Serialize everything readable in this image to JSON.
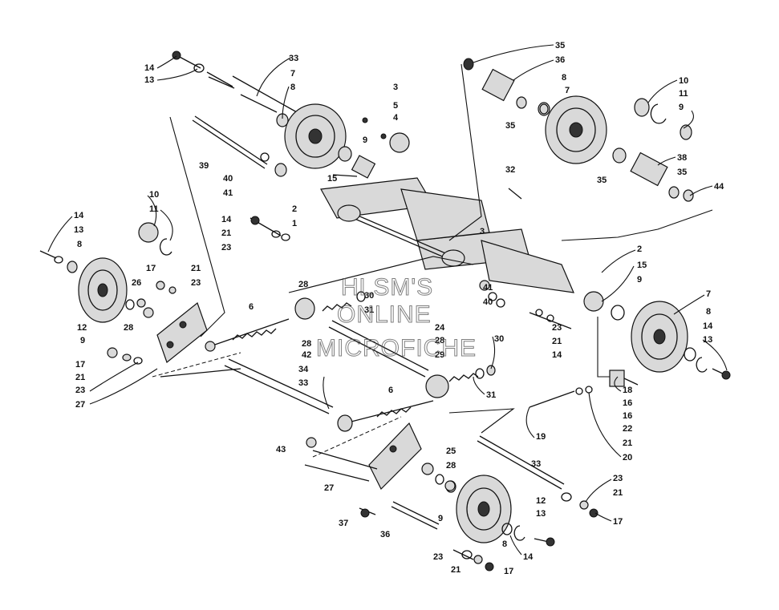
{
  "watermark": [
    "HLSM'S",
    "ONLINE",
    "MICROFICHE"
  ],
  "callouts": [
    "1",
    "2",
    "3",
    "4",
    "5",
    "6",
    "7",
    "8",
    "9",
    "10",
    "11",
    "12",
    "13",
    "14",
    "15",
    "16",
    "17",
    "18",
    "19",
    "20",
    "21",
    "22",
    "23",
    "24",
    "25",
    "26",
    "27",
    "28",
    "29",
    "30",
    "31",
    "32",
    "33",
    "34",
    "35",
    "36",
    "37",
    "38",
    "39",
    "40",
    "41",
    "42",
    "43",
    "44"
  ]
}
